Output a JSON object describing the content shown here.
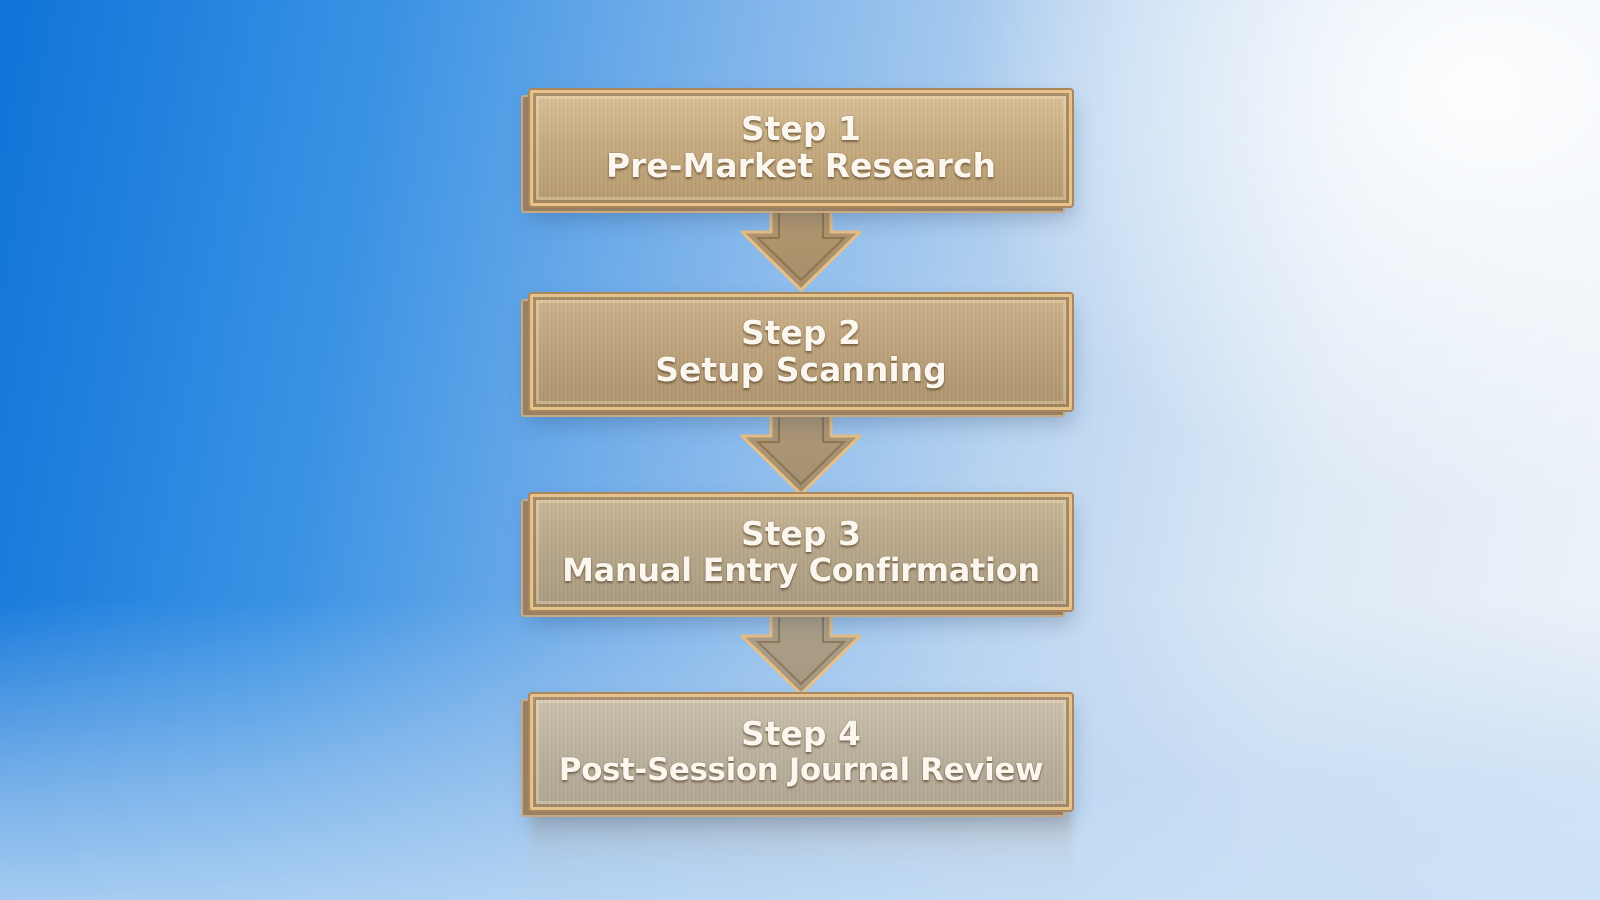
{
  "steps": [
    {
      "number": "Step 1",
      "title": "Pre-Market Research"
    },
    {
      "number": "Step 2",
      "title": "Setup Scanning"
    },
    {
      "number": "Step 3",
      "title": "Manual Entry Confirmation"
    },
    {
      "number": "Step 4",
      "title": "Post-Session Journal Review"
    }
  ],
  "colors": {
    "background_left": "#0f73d8",
    "background_right": "#eef3f9",
    "plate_gold": "#c6ab80",
    "plate_silver": "#bcb29f",
    "trim_gold": "#e9c28b",
    "text": "#fbf7ee"
  }
}
